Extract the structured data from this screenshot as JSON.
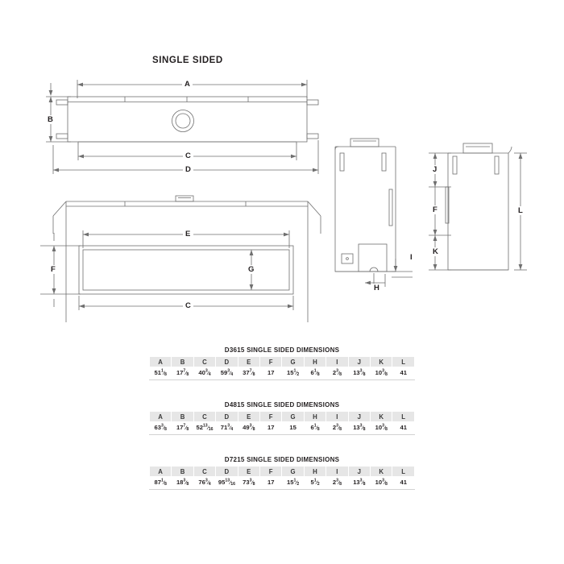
{
  "sheet": {
    "title": "SINGLE SIDED"
  },
  "drawing": {
    "views": {
      "top_view": "top-view",
      "front_view": "front-view",
      "left_side_view": "left-side-view",
      "right_side_view": "right-side-view"
    },
    "callouts": [
      {
        "id": "A",
        "label": "A",
        "view": "top-view"
      },
      {
        "id": "B",
        "label": "B",
        "view": "top-view"
      },
      {
        "id": "C_top",
        "label": "C",
        "view": "top-view"
      },
      {
        "id": "D",
        "label": "D",
        "view": "top-view"
      },
      {
        "id": "E",
        "label": "E",
        "view": "front-view"
      },
      {
        "id": "F_front",
        "label": "F",
        "view": "front-view"
      },
      {
        "id": "G",
        "label": "G",
        "view": "front-view"
      },
      {
        "id": "C_front",
        "label": "C",
        "view": "front-view"
      },
      {
        "id": "H",
        "label": "H",
        "view": "left-side-view"
      },
      {
        "id": "I",
        "label": "I",
        "view": "left-side-view"
      },
      {
        "id": "J",
        "label": "J",
        "view": "right-side-view"
      },
      {
        "id": "F_side",
        "label": "F",
        "view": "right-side-view"
      },
      {
        "id": "K",
        "label": "K",
        "view": "right-side-view"
      },
      {
        "id": "L",
        "label": "L",
        "view": "right-side-view"
      }
    ]
  },
  "tables": [
    {
      "title": "D3615   SINGLE SIDED DIMENSIONS",
      "model": "D3615",
      "headers": [
        "A",
        "B",
        "C",
        "D",
        "E",
        "F",
        "G",
        "H",
        "I",
        "J",
        "K",
        "L"
      ],
      "values": [
        "51⅛",
        "17⅞",
        "40¾",
        "59¾",
        "37⅞",
        "17",
        "15½",
        "6⅛",
        "2⅜",
        "13⅜",
        "10⅜",
        "41"
      ],
      "values_parts": [
        {
          "whole": "51",
          "num": "1",
          "den": "8"
        },
        {
          "whole": "17",
          "num": "7",
          "den": "8"
        },
        {
          "whole": "40",
          "num": "3",
          "den": "4"
        },
        {
          "whole": "59",
          "num": "3",
          "den": "4"
        },
        {
          "whole": "37",
          "num": "7",
          "den": "8"
        },
        {
          "whole": "17",
          "num": "",
          "den": ""
        },
        {
          "whole": "15",
          "num": "1",
          "den": "2"
        },
        {
          "whole": "6",
          "num": "1",
          "den": "8"
        },
        {
          "whole": "2",
          "num": "3",
          "den": "8"
        },
        {
          "whole": "13",
          "num": "3",
          "den": "8"
        },
        {
          "whole": "10",
          "num": "3",
          "den": "8"
        },
        {
          "whole": "41",
          "num": "",
          "den": ""
        }
      ]
    },
    {
      "title": "D4815   SINGLE SIDED DIMENSIONS",
      "model": "D4815",
      "headers": [
        "A",
        "B",
        "C",
        "D",
        "E",
        "F",
        "G",
        "H",
        "I",
        "J",
        "K",
        "L"
      ],
      "values": [
        "63⅜",
        "17⅞",
        "52¹³⁄₁₆",
        "71¾",
        "49⅜",
        "17",
        "15",
        "6⅛",
        "2⅜",
        "13⅜",
        "10⅜",
        "41"
      ],
      "values_parts": [
        {
          "whole": "63",
          "num": "3",
          "den": "8"
        },
        {
          "whole": "17",
          "num": "7",
          "den": "8"
        },
        {
          "whole": "52",
          "num": "13",
          "den": "16"
        },
        {
          "whole": "71",
          "num": "3",
          "den": "4"
        },
        {
          "whole": "49",
          "num": "3",
          "den": "8"
        },
        {
          "whole": "17",
          "num": "",
          "den": ""
        },
        {
          "whole": "15",
          "num": "",
          "den": ""
        },
        {
          "whole": "6",
          "num": "1",
          "den": "8"
        },
        {
          "whole": "2",
          "num": "3",
          "den": "8"
        },
        {
          "whole": "13",
          "num": "3",
          "den": "8"
        },
        {
          "whole": "10",
          "num": "3",
          "den": "8"
        },
        {
          "whole": "41",
          "num": "",
          "den": ""
        }
      ]
    },
    {
      "title": "D7215   SINGLE SIDED DIMENSIONS",
      "model": "D7215",
      "headers": [
        "A",
        "B",
        "C",
        "D",
        "E",
        "F",
        "G",
        "H",
        "I",
        "J",
        "K",
        "L"
      ],
      "values": [
        "87⅛",
        "18⅜",
        "76¾",
        "95¹³⁄₁₆",
        "73⅜",
        "17",
        "15½",
        "5½",
        "2⅜",
        "13⅜",
        "10⅜",
        "41"
      ],
      "values_parts": [
        {
          "whole": "87",
          "num": "1",
          "den": "8"
        },
        {
          "whole": "18",
          "num": "3",
          "den": "8"
        },
        {
          "whole": "76",
          "num": "3",
          "den": "4"
        },
        {
          "whole": "95",
          "num": "13",
          "den": "16"
        },
        {
          "whole": "73",
          "num": "3",
          "den": "8"
        },
        {
          "whole": "17",
          "num": "",
          "den": ""
        },
        {
          "whole": "15",
          "num": "1",
          "den": "2"
        },
        {
          "whole": "5",
          "num": "1",
          "den": "2"
        },
        {
          "whole": "2",
          "num": "3",
          "den": "8"
        },
        {
          "whole": "13",
          "num": "3",
          "den": "8"
        },
        {
          "whole": "10",
          "num": "3",
          "den": "8"
        },
        {
          "whole": "41",
          "num": "",
          "den": ""
        }
      ]
    }
  ],
  "colors": {
    "line": "#6f6f6f",
    "text": "#231f20",
    "header_fill": "#e6e6e6",
    "rule": "#d2d2d2",
    "background": "#ffffff"
  }
}
